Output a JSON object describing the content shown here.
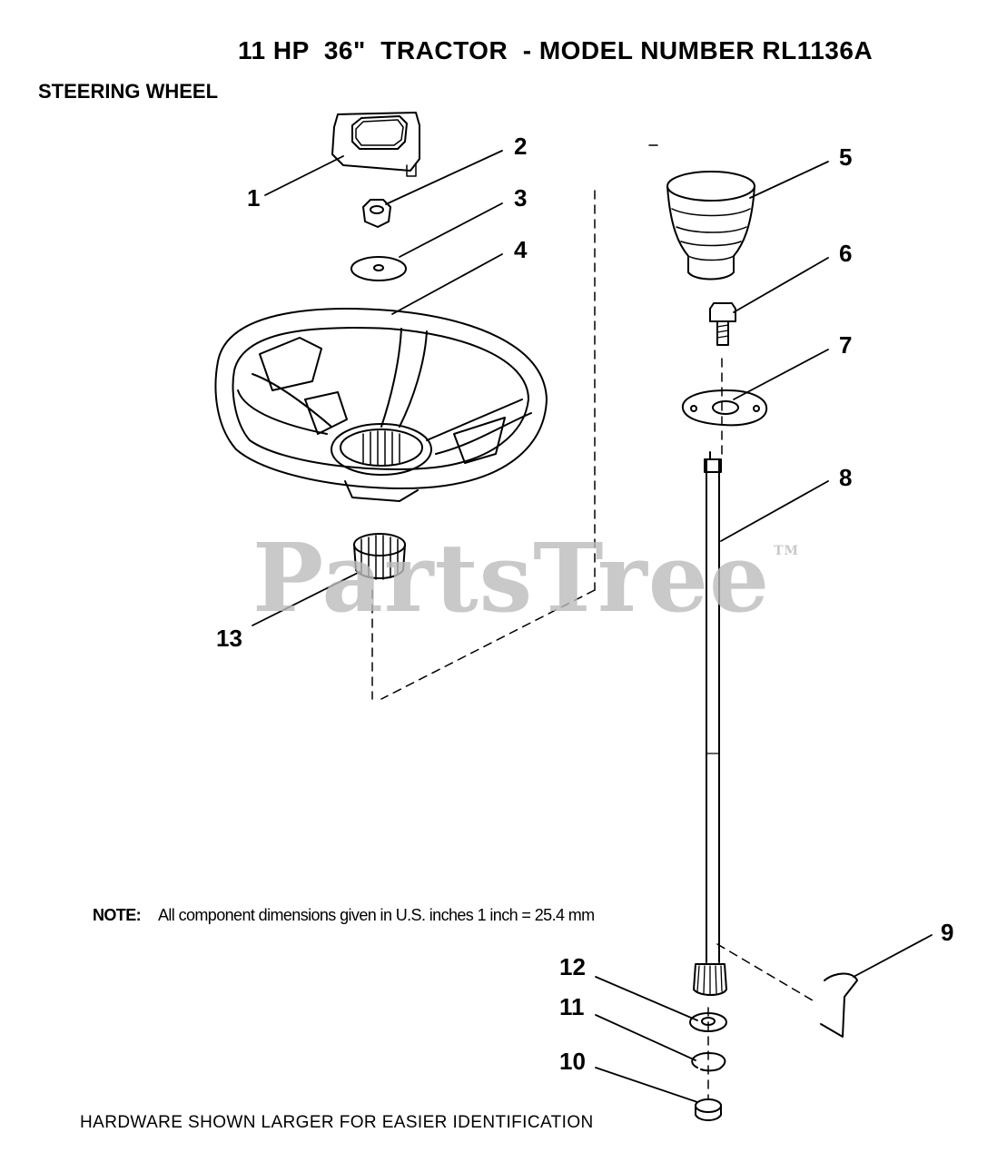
{
  "header": {
    "title": "11 HP  36\"  TRACTOR  - MODEL NUMBER RL1136A",
    "subtitle": "STEERING WHEEL"
  },
  "callouts": [
    "1",
    "2",
    "3",
    "4",
    "5",
    "6",
    "7",
    "8",
    "9",
    "10",
    "11",
    "12",
    "13"
  ],
  "note": {
    "label": "NOTE:",
    "text": "All component dimensions given in U.S. inches 1 inch = 25.4 mm"
  },
  "footer": {
    "hardware_note": "HARDWARE SHOWN LARGER FOR EASIER IDENTIFICATION"
  },
  "watermark": {
    "text": "PartsTree",
    "tm": "TM"
  }
}
